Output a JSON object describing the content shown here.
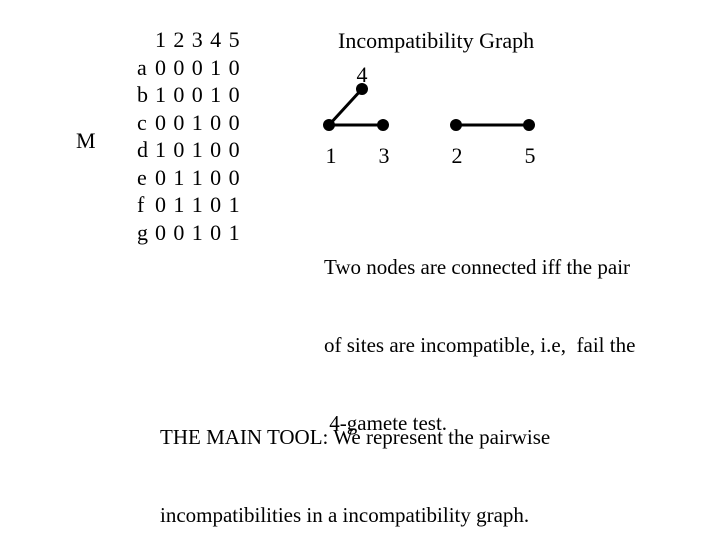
{
  "matrix": {
    "name": "M",
    "columns": [
      "1",
      "2",
      "3",
      "4",
      "5"
    ],
    "rows": [
      {
        "label": "a",
        "values": [
          "0",
          "0",
          "0",
          "1",
          "0"
        ]
      },
      {
        "label": "b",
        "values": [
          "1",
          "0",
          "0",
          "1",
          "0"
        ]
      },
      {
        "label": "c",
        "values": [
          "0",
          "0",
          "1",
          "0",
          "0"
        ]
      },
      {
        "label": "d",
        "values": [
          "1",
          "0",
          "1",
          "0",
          "0"
        ]
      },
      {
        "label": "e",
        "values": [
          "0",
          "1",
          "1",
          "0",
          "0"
        ]
      },
      {
        "label": "f",
        "values": [
          "0",
          "1",
          "1",
          "0",
          "1"
        ]
      },
      {
        "label": "g",
        "values": [
          "0",
          "0",
          "1",
          "0",
          "1"
        ]
      }
    ]
  },
  "graph": {
    "title": "Incompatibility Graph",
    "nodes": [
      "4",
      "1",
      "3",
      "2",
      "5"
    ],
    "edges": [
      [
        "4",
        "1"
      ],
      [
        "1",
        "3"
      ],
      [
        "2",
        "5"
      ]
    ]
  },
  "description": {
    "lines": [
      "Two nodes are connected iff the pair",
      "of sites are incompatible, i.e,  fail the",
      " 4-gamete test."
    ]
  },
  "main_tool": {
    "lines": [
      "THE MAIN TOOL: We represent the pairwise",
      "incompatibilities in a incompatibility graph."
    ]
  }
}
